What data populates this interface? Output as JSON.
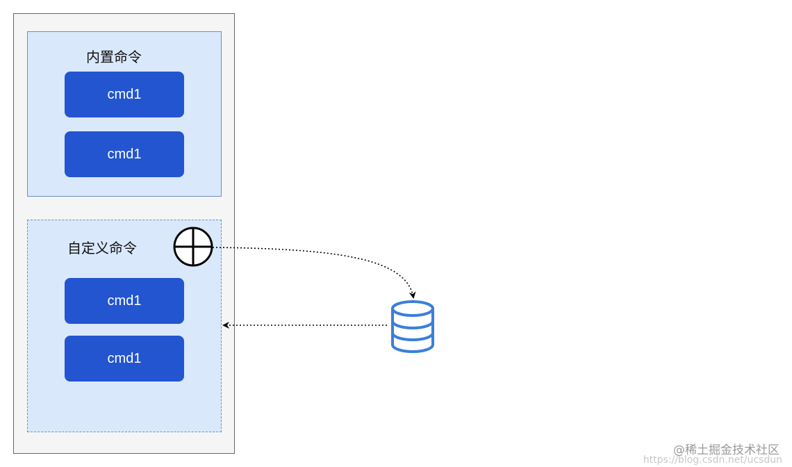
{
  "builtin_group": {
    "title": "内置命令",
    "commands": [
      "cmd1",
      "cmd1"
    ]
  },
  "custom_group": {
    "title": "自定义命令",
    "commands": [
      "cmd1",
      "cmd1"
    ]
  },
  "colors": {
    "panel_bg": "#f5f5f5",
    "group_bg": "#dae8fc",
    "group_border": "#6c8ebf",
    "cmd_bg": "#2355d0",
    "database": "#3c7fd8"
  },
  "icons": {
    "plugin": "circle-plus-icon",
    "storage": "database-icon"
  },
  "watermark": {
    "label": "@稀土掘金技术社区",
    "url": "https://blog.csdn.net/ucsdun"
  }
}
